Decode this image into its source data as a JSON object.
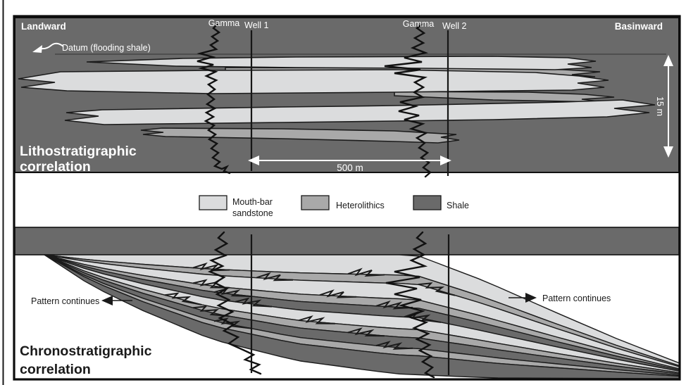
{
  "colors": {
    "sandstone": "#dbdcdd",
    "heterolithics": "#a9a9a9",
    "shale": "#6a6a6a",
    "outline": "#1b1b1b",
    "light_text": "#ffffff",
    "dark_text": "#1a1a1a"
  },
  "top_panel": {
    "title_line1": "Lithostratigraphic",
    "title_line2": "correlation",
    "landward_label": "Landward",
    "basinward_label": "Basinward",
    "datum_label": "Datum (flooding shale)",
    "well1": {
      "gamma_label": "Gamma",
      "well_label": "Well 1"
    },
    "well2": {
      "gamma_label": "Gamma",
      "well_label": "Well 2"
    },
    "horizontal_scale": "500 m",
    "vertical_scale": "15 m"
  },
  "legend": {
    "items": [
      {
        "line1": "Mouth-bar",
        "line2": "sandstone",
        "color": "#dbdcdd"
      },
      {
        "line1": "Heterolithics",
        "line2": "",
        "color": "#a9a9a9"
      },
      {
        "line1": "Shale",
        "line2": "",
        "color": "#6a6a6a"
      }
    ]
  },
  "bottom_panel": {
    "title_line1": "Chronostratigraphic",
    "title_line2": "correlation",
    "pattern_left_label": "Pattern continues",
    "pattern_right_label": "Pattern continues"
  }
}
